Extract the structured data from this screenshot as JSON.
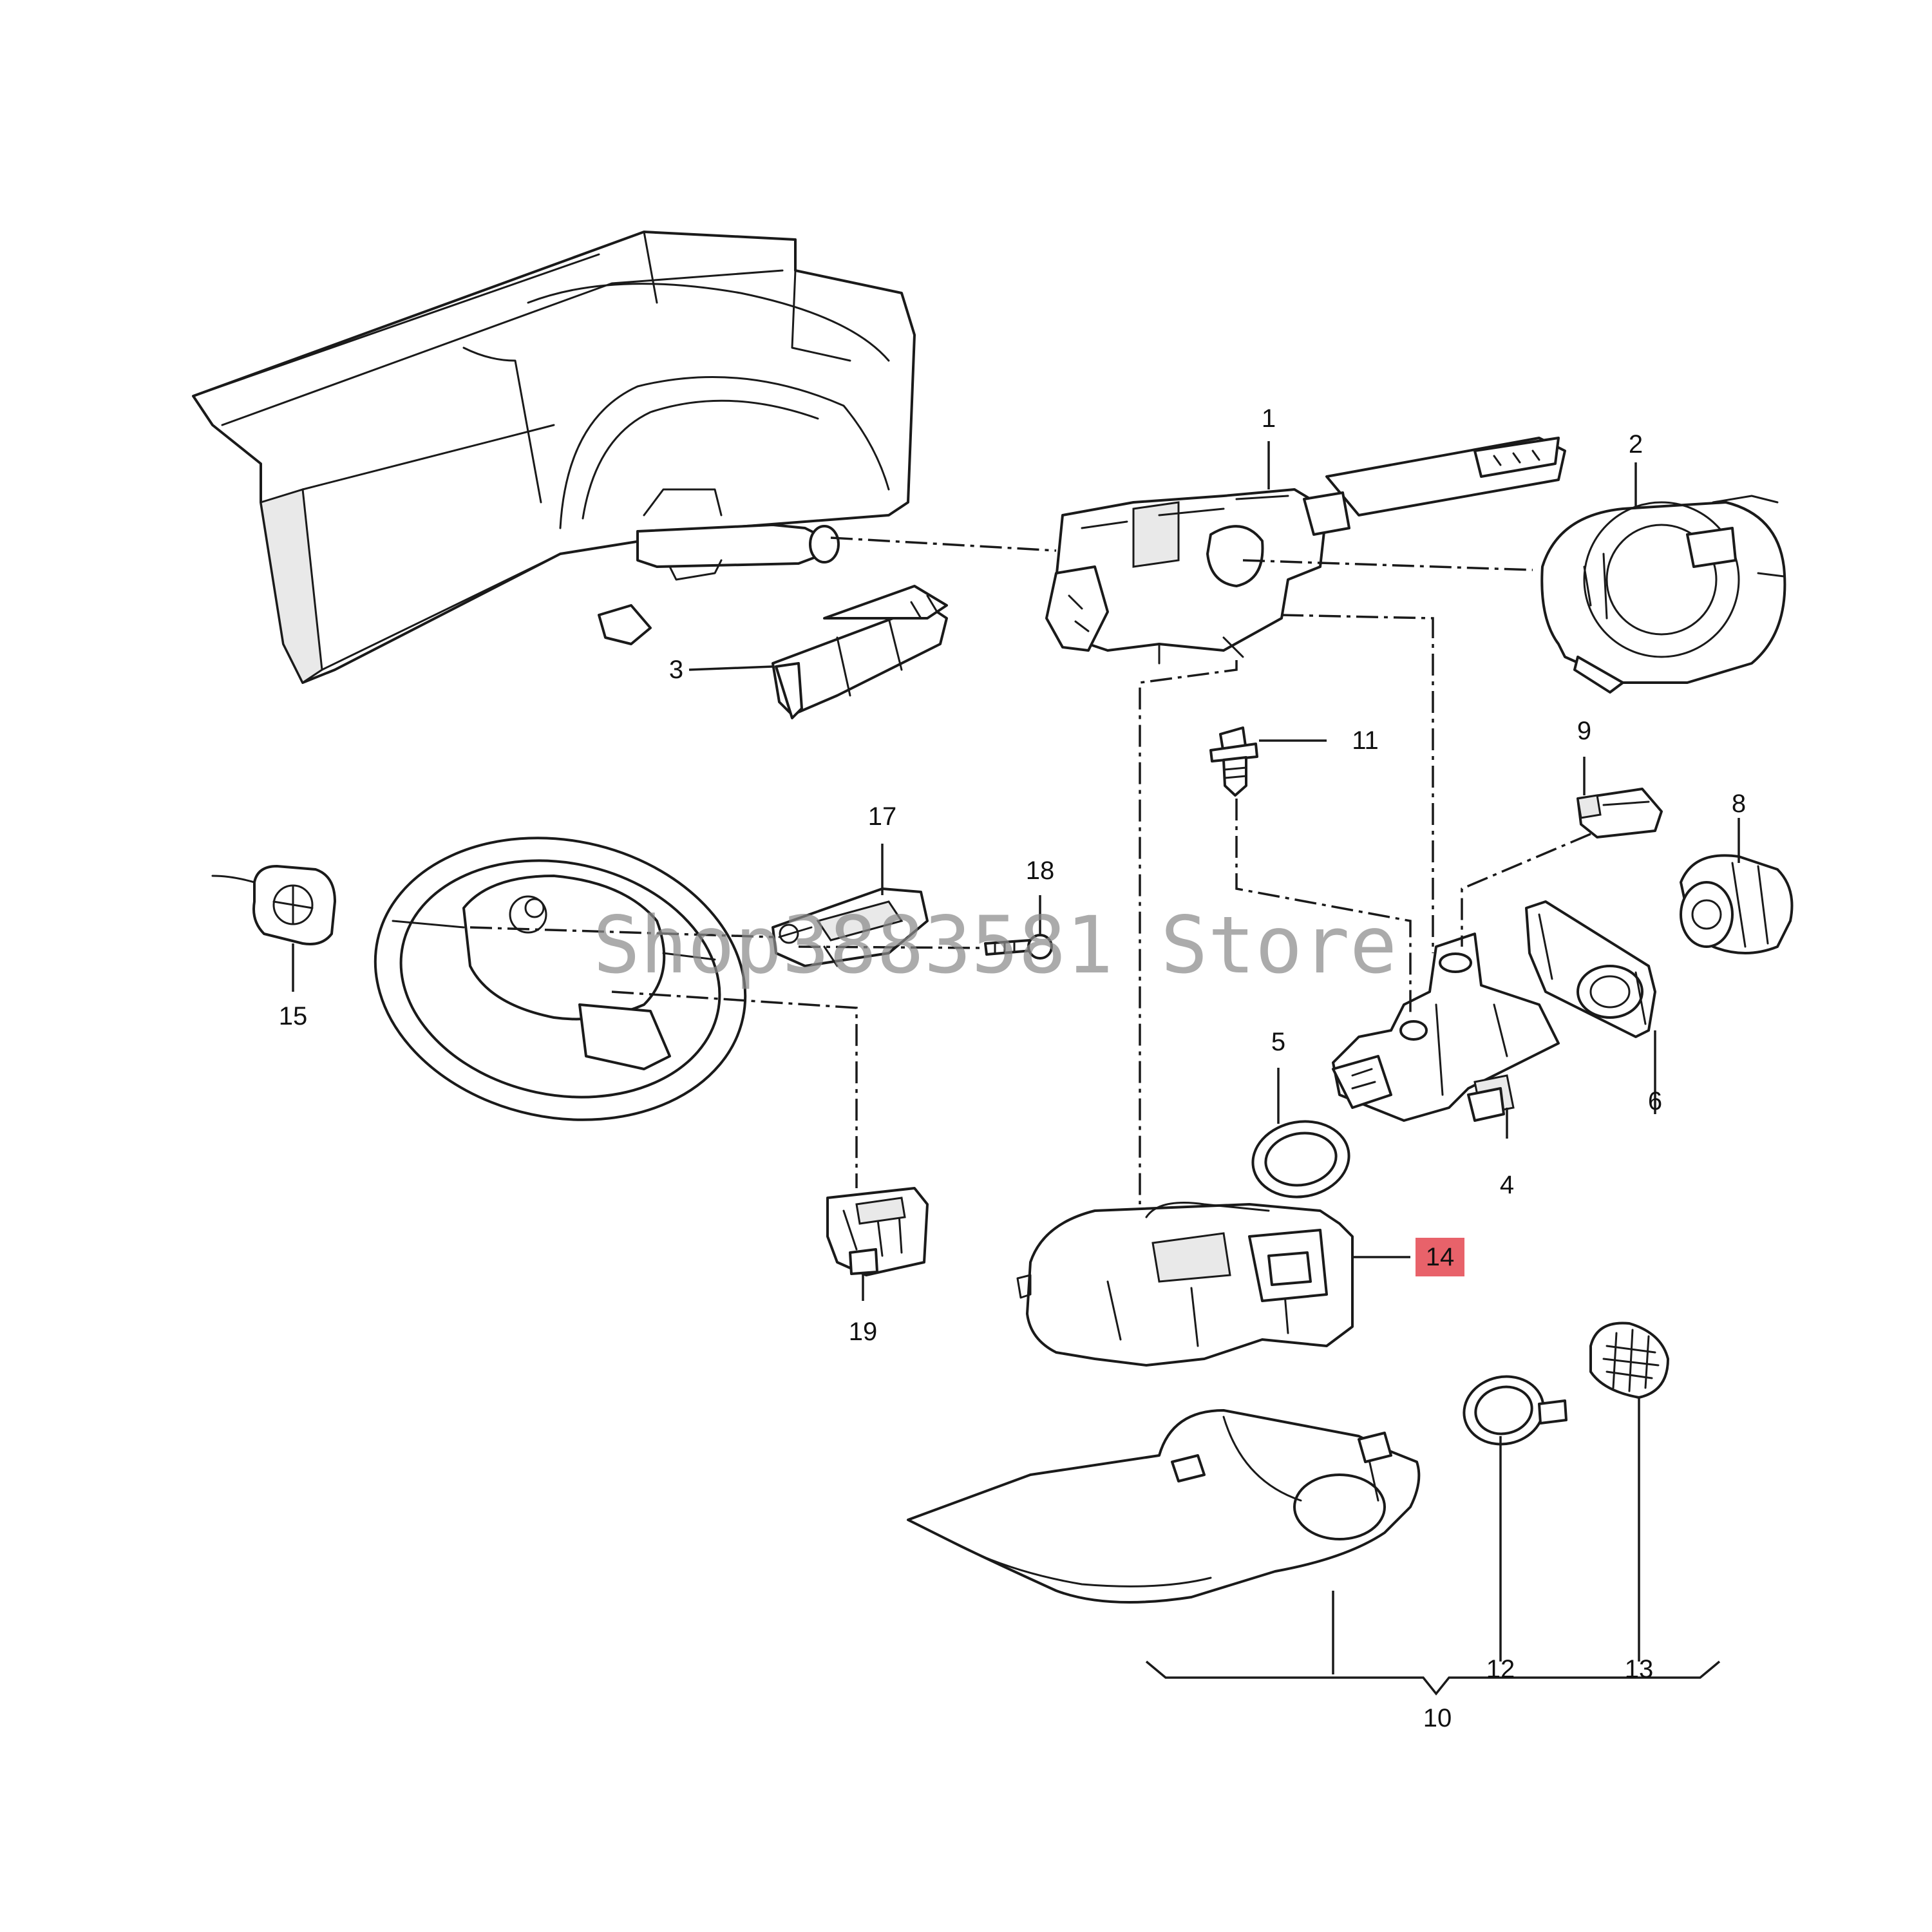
{
  "diagram": {
    "callouts": [
      {
        "id": "1",
        "label": "1"
      },
      {
        "id": "2",
        "label": "2"
      },
      {
        "id": "3",
        "label": "3"
      },
      {
        "id": "4",
        "label": "4"
      },
      {
        "id": "5",
        "label": "5"
      },
      {
        "id": "6",
        "label": "6"
      },
      {
        "id": "8",
        "label": "8"
      },
      {
        "id": "9",
        "label": "9"
      },
      {
        "id": "10",
        "label": "10"
      },
      {
        "id": "11",
        "label": "11"
      },
      {
        "id": "12",
        "label": "12"
      },
      {
        "id": "13",
        "label": "13"
      },
      {
        "id": "14",
        "label": "14",
        "highlighted": true
      },
      {
        "id": "15",
        "label": "15"
      },
      {
        "id": "17",
        "label": "17"
      },
      {
        "id": "18",
        "label": "18"
      },
      {
        "id": "19",
        "label": "19"
      }
    ],
    "highlight_color": "#e8626a",
    "line_color": "#1a1a1a"
  },
  "watermark": {
    "text": "Shop3883581 Store"
  }
}
